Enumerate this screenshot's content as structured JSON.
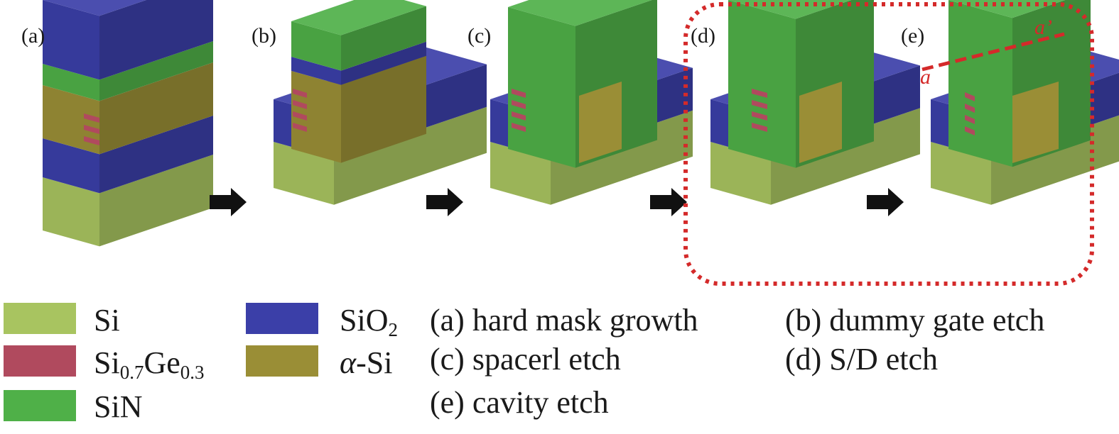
{
  "colors": {
    "si": "#a8c460",
    "sige": "#b04a5e",
    "sin": "#4fb048",
    "sio2": "#3b3fa8",
    "asi": "#9a8e36",
    "arrow": "#111111",
    "highlight": "#d42a2a"
  },
  "panels": [
    {
      "label": "(a)"
    },
    {
      "label": "(b)"
    },
    {
      "label": "(c)"
    },
    {
      "label": "(d)"
    },
    {
      "label": "(e)"
    }
  ],
  "cut_labels": {
    "start": "a",
    "end": "a’"
  },
  "legend": [
    {
      "key": "si",
      "base": "Si",
      "parts": [
        {
          "text": "Si",
          "sub": false
        }
      ]
    },
    {
      "key": "sige",
      "base": "Si0.7Ge0.3",
      "parts": [
        {
          "text": "Si",
          "sub": false
        },
        {
          "text": "0.7",
          "sub": true
        },
        {
          "text": "Ge",
          "sub": false
        },
        {
          "text": "0.3",
          "sub": true
        }
      ]
    },
    {
      "key": "sin",
      "base": "SiN",
      "parts": [
        {
          "text": "SiN",
          "sub": false
        }
      ]
    },
    {
      "key": "sio2",
      "base": "SiO2",
      "parts": [
        {
          "text": "SiO",
          "sub": false
        },
        {
          "text": "2",
          "sub": true
        }
      ]
    },
    {
      "key": "asi",
      "base": "α-Si",
      "parts": [
        {
          "text": "α",
          "sub": false
        },
        {
          "text": "-Si",
          "sub": false
        }
      ]
    }
  ],
  "captions": [
    "(a) hard mask growth",
    "(b) dummy gate etch",
    "(c) spacerl etch",
    "(d) S/D etch",
    "(e) cavity etch"
  ]
}
